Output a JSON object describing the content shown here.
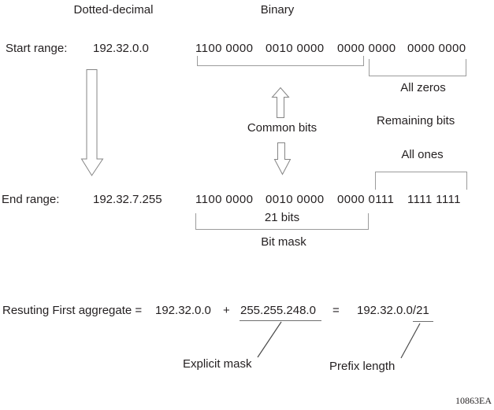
{
  "headers": {
    "dotted_decimal": "Dotted-decimal",
    "binary": "Binary"
  },
  "start_row": {
    "label": "Start range:",
    "decimal": "192.32.0.0",
    "binary_octets": [
      "1100 0000",
      "0010 0000",
      "0000 0000",
      "0000 0000"
    ]
  },
  "end_row": {
    "label": "End range:",
    "decimal": "192.32.7.255",
    "binary_octets": [
      "1100 0000",
      "0010 0000",
      "0000 0111",
      "1111 1111"
    ]
  },
  "annotations": {
    "all_zeros": "All zeros",
    "remaining_bits": "Remaining bits",
    "all_ones": "All ones",
    "common_bits": "Common bits",
    "bits_21": "21 bits",
    "bit_mask": "Bit mask",
    "explicit_mask": "Explicit mask",
    "prefix_length": "Prefix length"
  },
  "formula": {
    "prefix": "Resuting First aggregate =",
    "network": "192.32.0.0",
    "plus": "+",
    "mask": "255.255.248.0",
    "equals": "=",
    "result": "192.32.0.0/21"
  },
  "doc_id": "10863EA",
  "colors": {
    "text": "#231f20",
    "bracket_line": "#9b9b9b",
    "underline": "#6f6f6f",
    "arrow_outline": "#858585",
    "background": "#ffffff"
  }
}
